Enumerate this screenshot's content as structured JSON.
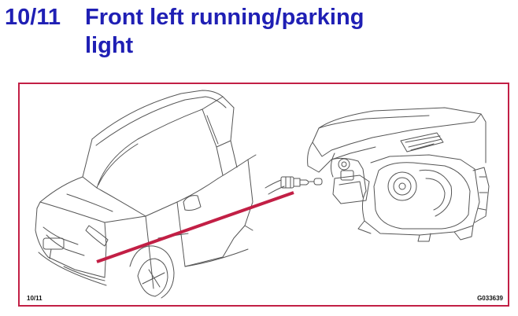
{
  "heading": {
    "number": "10/11",
    "title": "Front left running/parking light"
  },
  "figure": {
    "ref_label": "10/11",
    "code_label": "G033639",
    "callout_color": "#c21f45",
    "heading_color": "#1f1fb4",
    "line_color": "#555555",
    "icons": [
      "car-drawing-icon",
      "headlamp-assembly-icon",
      "bulb-holder-icon",
      "callout-line-icon"
    ]
  }
}
